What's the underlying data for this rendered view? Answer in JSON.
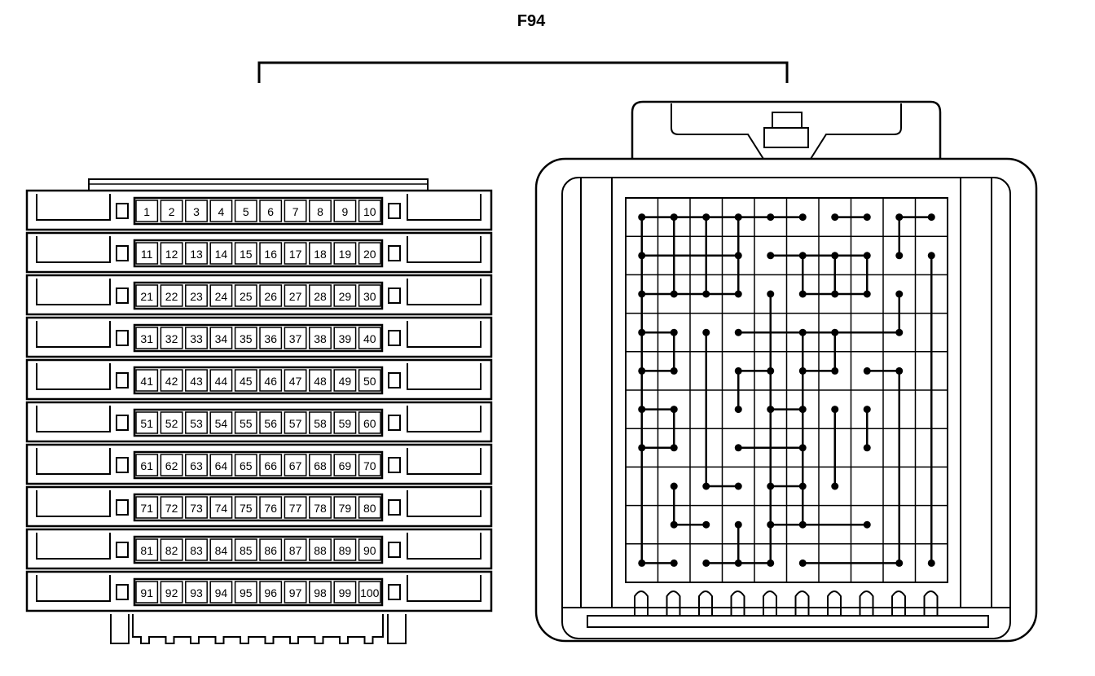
{
  "title": "F94",
  "left_connector": {
    "rows": 10,
    "cols": 10,
    "pins": [
      "1",
      "2",
      "3",
      "4",
      "5",
      "6",
      "7",
      "8",
      "9",
      "10",
      "11",
      "12",
      "13",
      "14",
      "15",
      "16",
      "17",
      "18",
      "19",
      "20",
      "21",
      "22",
      "23",
      "24",
      "25",
      "26",
      "27",
      "28",
      "29",
      "30",
      "31",
      "32",
      "33",
      "34",
      "35",
      "36",
      "37",
      "38",
      "39",
      "40",
      "41",
      "42",
      "43",
      "44",
      "45",
      "46",
      "47",
      "48",
      "49",
      "50",
      "51",
      "52",
      "53",
      "54",
      "55",
      "56",
      "57",
      "58",
      "59",
      "60",
      "61",
      "62",
      "63",
      "64",
      "65",
      "66",
      "67",
      "68",
      "69",
      "70",
      "71",
      "72",
      "73",
      "74",
      "75",
      "76",
      "77",
      "78",
      "79",
      "80",
      "81",
      "82",
      "83",
      "84",
      "85",
      "86",
      "87",
      "88",
      "89",
      "90",
      "91",
      "92",
      "93",
      "94",
      "95",
      "96",
      "97",
      "98",
      "99",
      "100"
    ]
  },
  "right_connector": {
    "grid_rows": 10,
    "grid_cols": 10,
    "wire_segments": [
      [
        [
          0,
          0
        ],
        [
          4,
          0
        ]
      ],
      [
        [
          4,
          0
        ],
        [
          5,
          0
        ]
      ],
      [
        [
          6,
          0
        ],
        [
          7,
          0
        ]
      ],
      [
        [
          8,
          0
        ],
        [
          9,
          0
        ]
      ],
      [
        [
          8,
          0
        ],
        [
          8,
          1
        ]
      ],
      [
        [
          9,
          1
        ],
        [
          9,
          9
        ]
      ],
      [
        [
          0,
          0
        ],
        [
          0,
          9
        ]
      ],
      [
        [
          0,
          1
        ],
        [
          3,
          1
        ]
      ],
      [
        [
          0,
          2
        ],
        [
          3,
          2
        ]
      ],
      [
        [
          3,
          0
        ],
        [
          3,
          2
        ]
      ],
      [
        [
          1,
          0
        ],
        [
          1,
          2
        ]
      ],
      [
        [
          2,
          0
        ],
        [
          2,
          2
        ]
      ],
      [
        [
          4,
          1
        ],
        [
          7,
          1
        ]
      ],
      [
        [
          5,
          1
        ],
        [
          5,
          2
        ]
      ],
      [
        [
          5,
          2
        ],
        [
          7,
          2
        ]
      ],
      [
        [
          7,
          1
        ],
        [
          7,
          2
        ]
      ],
      [
        [
          6,
          1
        ],
        [
          6,
          2
        ]
      ],
      [
        [
          4,
          2
        ],
        [
          4,
          9
        ]
      ],
      [
        [
          8,
          2
        ],
        [
          8,
          3
        ]
      ],
      [
        [
          3,
          3
        ],
        [
          8,
          3
        ]
      ],
      [
        [
          5,
          3
        ],
        [
          5,
          8
        ]
      ],
      [
        [
          6,
          3
        ],
        [
          6,
          4
        ]
      ],
      [
        [
          0,
          3
        ],
        [
          1,
          3
        ]
      ],
      [
        [
          1,
          3
        ],
        [
          1,
          4
        ]
      ],
      [
        [
          0,
          4
        ],
        [
          1,
          4
        ]
      ],
      [
        [
          0,
          5
        ],
        [
          1,
          5
        ]
      ],
      [
        [
          1,
          5
        ],
        [
          1,
          6
        ]
      ],
      [
        [
          0,
          6
        ],
        [
          1,
          6
        ]
      ],
      [
        [
          2,
          3
        ],
        [
          2,
          7
        ]
      ],
      [
        [
          2,
          7
        ],
        [
          3,
          7
        ]
      ],
      [
        [
          3,
          4
        ],
        [
          4,
          4
        ]
      ],
      [
        [
          3,
          4
        ],
        [
          3,
          5
        ]
      ],
      [
        [
          5,
          4
        ],
        [
          6,
          4
        ]
      ],
      [
        [
          7,
          4
        ],
        [
          8,
          4
        ]
      ],
      [
        [
          8,
          4
        ],
        [
          8,
          9
        ]
      ],
      [
        [
          4,
          5
        ],
        [
          5,
          5
        ]
      ],
      [
        [
          3,
          6
        ],
        [
          5,
          6
        ]
      ],
      [
        [
          4,
          7
        ],
        [
          5,
          7
        ]
      ],
      [
        [
          4,
          8
        ],
        [
          7,
          8
        ]
      ],
      [
        [
          6,
          5
        ],
        [
          6,
          7
        ]
      ],
      [
        [
          7,
          5
        ],
        [
          7,
          6
        ]
      ],
      [
        [
          1,
          7
        ],
        [
          1,
          8
        ]
      ],
      [
        [
          1,
          8
        ],
        [
          2,
          8
        ]
      ],
      [
        [
          3,
          8
        ],
        [
          3,
          9
        ]
      ],
      [
        [
          2,
          9
        ],
        [
          4,
          9
        ]
      ],
      [
        [
          0,
          9
        ],
        [
          1,
          9
        ]
      ],
      [
        [
          5,
          9
        ],
        [
          8,
          9
        ]
      ]
    ]
  }
}
